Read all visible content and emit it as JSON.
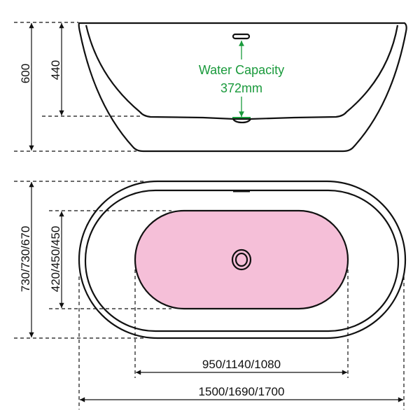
{
  "side_view": {
    "height_total": "600",
    "height_inner": "440",
    "water_capacity_label": "Water Capacity",
    "water_capacity_value": "372mm"
  },
  "top_view": {
    "width_outer": "730/730/670",
    "width_basin": "420/450/450",
    "length_basin": "950/1140/1080",
    "length_outer": "1500/1690/1700"
  },
  "colors": {
    "basin_fill": "#f5bfd8",
    "annotation_green": "#1a9a3c",
    "line": "#111111"
  }
}
